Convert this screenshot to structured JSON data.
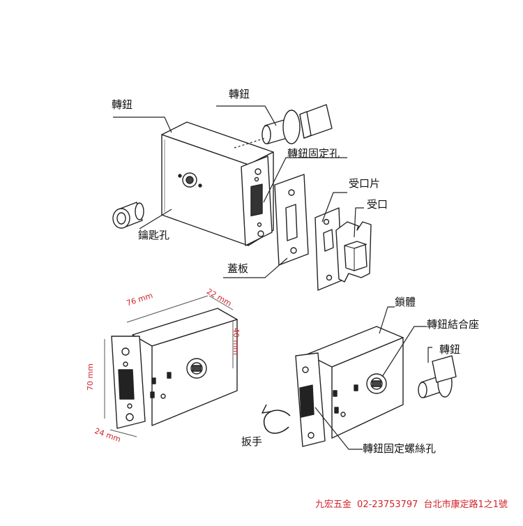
{
  "labels": {
    "knob_top_left": "轉鈕",
    "knob_top_right": "轉鈕",
    "knob_fix_hole": "轉鈕固定孔",
    "strike_plate": "受口片",
    "strike_box": "受口",
    "key_hole": "鑰匙孔",
    "cover_plate": "蓋板",
    "lock_body": "鎖體",
    "knob_mount": "轉鈕結合座",
    "knob_bottom": "轉鈕",
    "lever": "扳手",
    "knob_screw_hole": "轉鈕固定螺絲孔"
  },
  "dimensions": {
    "length": "76 mm",
    "depth": "22 mm",
    "height_right": "40 mm",
    "height_left": "70 mm",
    "width_bottom": "24 mm"
  },
  "footer": {
    "shop_name": "九宏五金",
    "phone": "02-23753797",
    "address": "台北市康定路1之1號"
  }
}
